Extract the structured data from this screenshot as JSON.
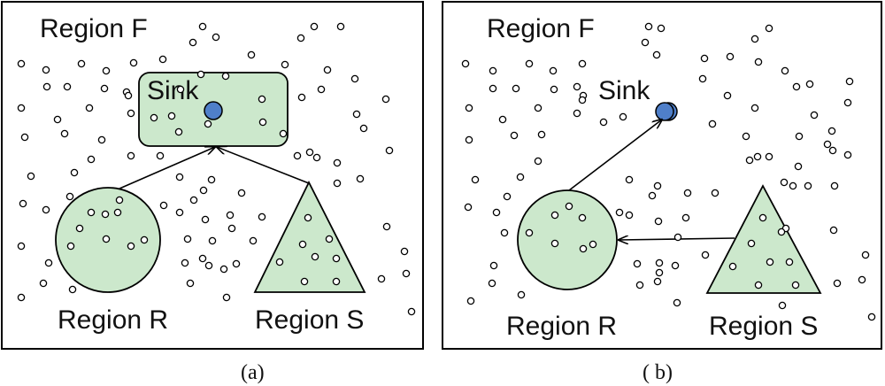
{
  "panels": [
    {
      "caption": "(a)",
      "region_f_label": "Region F",
      "sink_label": "Sink",
      "region_r_label": "Region R",
      "region_s_label": "Region S"
    },
    {
      "caption": "( b)",
      "region_f_label": "Region F",
      "sink_label": "Sink",
      "region_r_label": "Region R",
      "region_s_label": "Region S"
    }
  ],
  "colors": {
    "region_fill": "#cce8cc",
    "sink_node": "#4f7fc9",
    "node_stroke": "#000000",
    "frame": "#000000"
  }
}
